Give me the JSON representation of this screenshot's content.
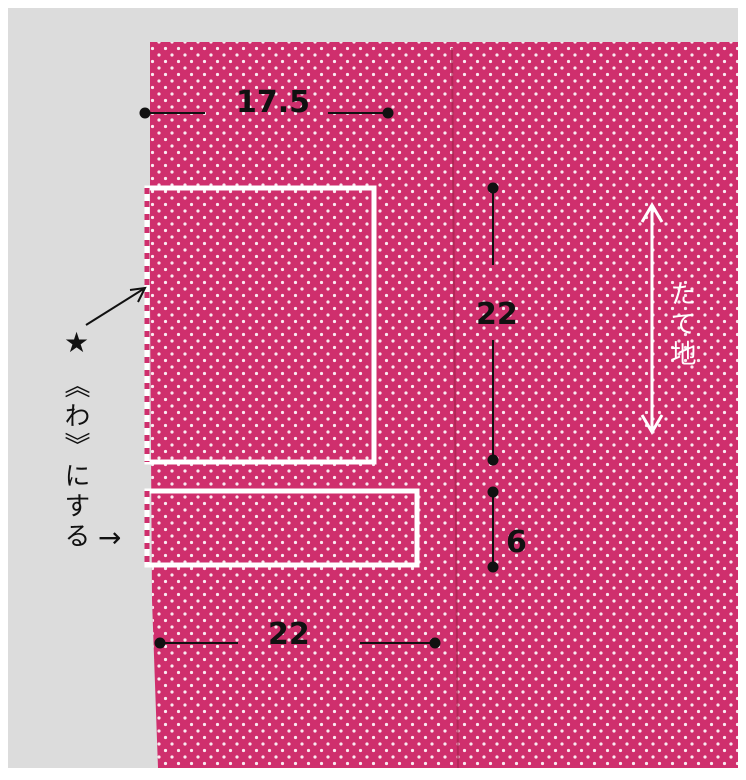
{
  "photo": {
    "fabric_color": "#cf2f6d",
    "dot_color": "#ffffff",
    "background_color": "#dcdcdc",
    "outline_color": "#ffffff"
  },
  "measurements": {
    "top_width": "17.5",
    "bottom_width": "22",
    "piece1_height": "22",
    "piece2_height": "6"
  },
  "notes": {
    "star": "★",
    "fold_label": "《わ》にする",
    "arrow": "→",
    "grain_label": "たて地"
  }
}
